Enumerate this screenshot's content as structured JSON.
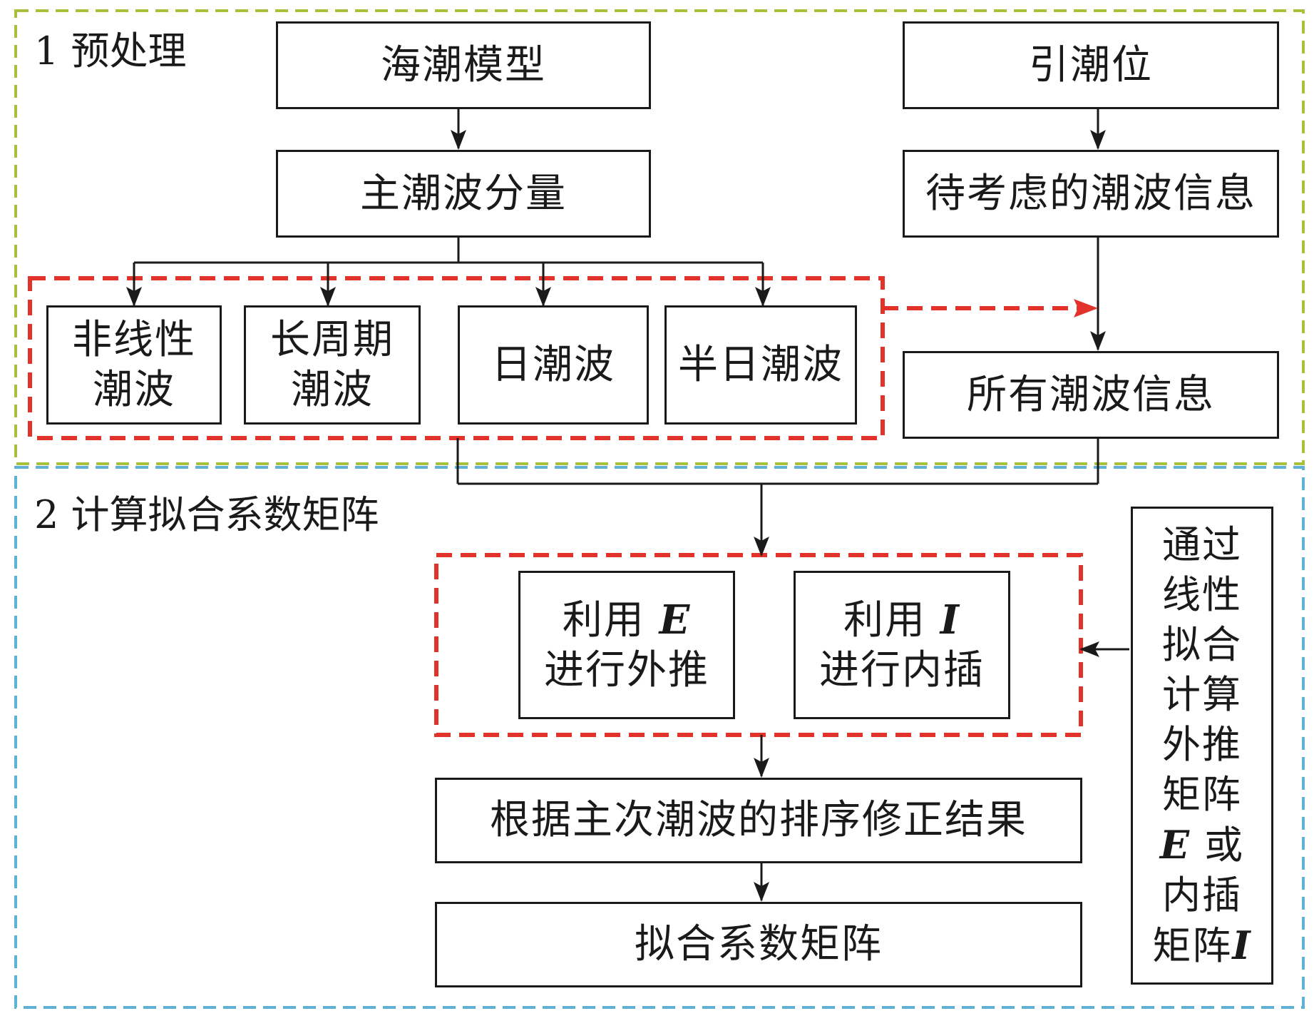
{
  "sections": {
    "preprocess_label": "1 预处理",
    "compute_label": "2 计算拟合系数矩阵"
  },
  "colors": {
    "preprocess_border": "#a7c13a",
    "compute_border": "#5fb1d6",
    "highlight_border": "#e2332b",
    "line": "#1a1a1a"
  },
  "boxes": {
    "ocean_tide_model": "海潮模型",
    "main_tidal_components": "主潮波分量",
    "nonlinear_line1": "非线性",
    "nonlinear_line2": "潮波",
    "long_period_line1": "长周期",
    "long_period_line2": "潮波",
    "diurnal": "日潮波",
    "semidiurnal": "半日潮波",
    "tide_generating_potential": "引潮位",
    "tide_info_to_consider": "待考虑的潮波信息",
    "all_tide_info": "所有潮波信息",
    "use_e_prefix": "利用 ",
    "use_e_symbol": "E",
    "use_e_line2": "进行外推",
    "use_i_prefix": "利用 ",
    "use_i_symbol": "I",
    "use_i_line2": "进行内插",
    "correct_by_order": "根据主次潮波的排序修正结果",
    "fit_coefficient_matrix": "拟合系数矩阵"
  },
  "side_note": {
    "line1": "通过",
    "line2": "线性",
    "line3": "拟合",
    "line4": "计算",
    "line5": "外推",
    "line6": "矩阵",
    "line7_symbol": "E",
    "line7_text": " 或",
    "line8": "内插",
    "line9_text": "矩阵",
    "line9_symbol": "I"
  }
}
